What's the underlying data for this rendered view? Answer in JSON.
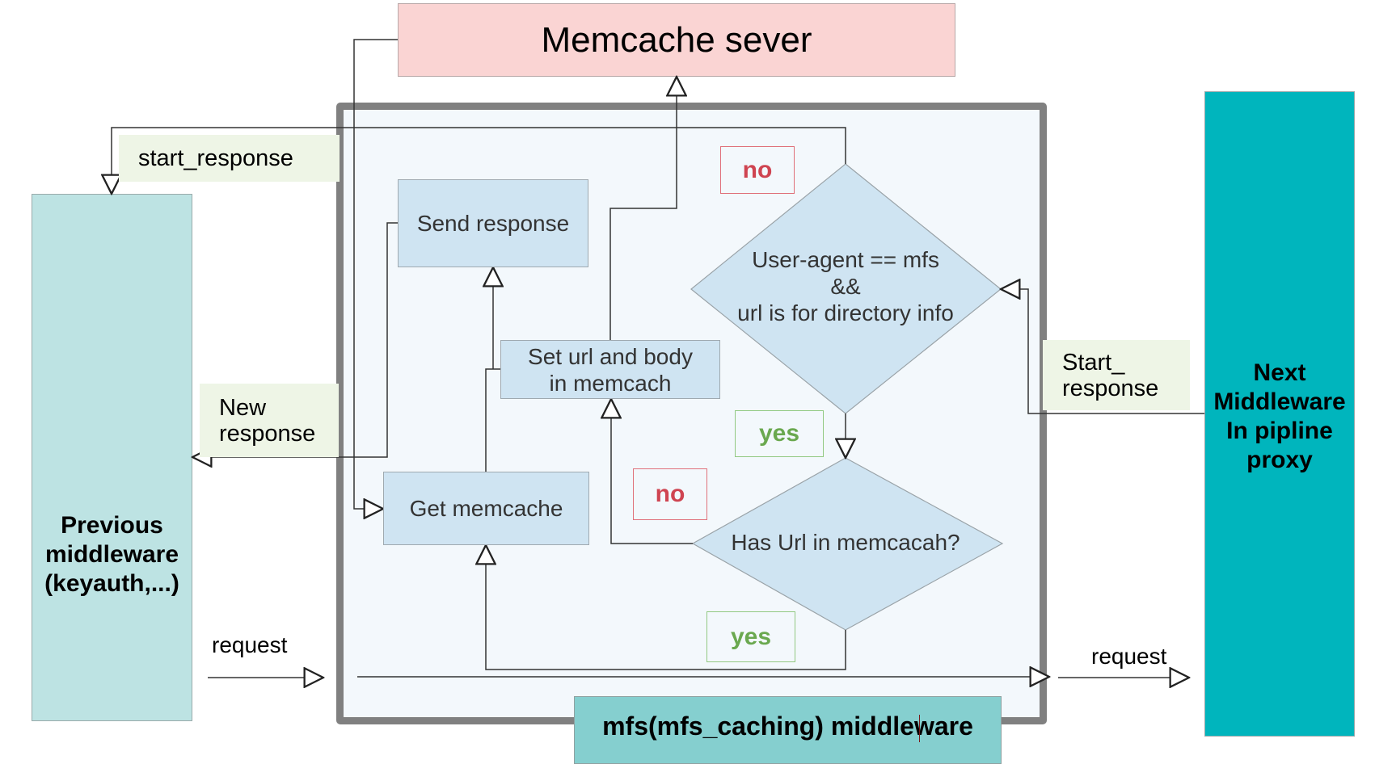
{
  "diagram": {
    "memcache_server": "Memcache sever",
    "container_label": "mfs(mfs_caching) middleware",
    "previous_middleware": [
      "Previous",
      "middleware",
      "(keyauth,...)"
    ],
    "next_middleware": [
      "Next",
      "Middleware",
      "In pipline",
      "proxy"
    ],
    "labels": {
      "start_response_top": "start_response",
      "new_response": [
        "New",
        "response"
      ],
      "start_response_right": [
        "Start_",
        "response"
      ],
      "request_in": "request",
      "request_out": "request"
    },
    "processes": {
      "send_response": "Send response",
      "set_url": [
        "Set url and body",
        "in memcach"
      ],
      "get_memcache": "Get memcache"
    },
    "decisions": {
      "d1": [
        "User-agent == mfs",
        "&&",
        "url is for directory info"
      ],
      "d2": "Has Url in memcacah?"
    },
    "branches": {
      "d1_no": "no",
      "d1_yes": "yes",
      "d2_no": "no",
      "d2_yes": "yes"
    },
    "colors": {
      "memcache_fill": "#fad4d3",
      "container_border": "#808080",
      "container_fill": "#f3f8fc",
      "prev_fill": "#bde3e3",
      "next_fill": "#00b5bd",
      "label_fill": "#eef5e6",
      "process_fill": "#cfe4f2",
      "no_color": "#cf4451",
      "yes_color": "#6aa84f",
      "mfs_label_fill": "#85cfcf"
    }
  }
}
